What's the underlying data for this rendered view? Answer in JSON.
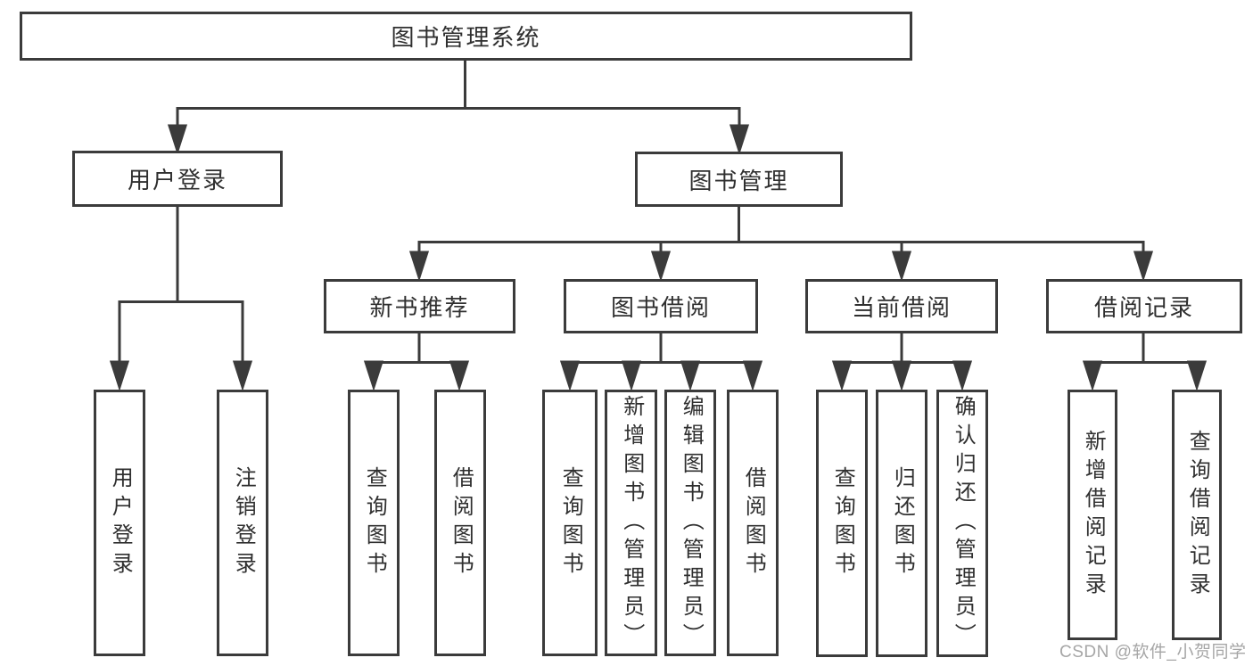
{
  "diagram": {
    "root": {
      "label": "图书管理系统"
    },
    "level2": [
      {
        "label": "用户登录"
      },
      {
        "label": "图书管理"
      }
    ],
    "level3": [
      {
        "label": "新书推荐"
      },
      {
        "label": "图书借阅"
      },
      {
        "label": "当前借阅"
      },
      {
        "label": "借阅记录"
      }
    ],
    "level4": {
      "user_login": [
        "用户登录",
        "注销登录"
      ],
      "new_book_recommend": [
        "查询图书",
        "借阅图书"
      ],
      "book_borrow": [
        "查询图书",
        "新增图书（管理员）",
        "编辑图书（管理员）",
        "借阅图书"
      ],
      "current_borrow": [
        "查询图书",
        "归还图书",
        "确认归还（管理员）"
      ],
      "borrow_record": [
        "新增借阅记录",
        "查询借阅记录"
      ]
    }
  },
  "watermark": "CSDN @软件_小贺同学",
  "colors": {
    "line": "#3b3b3b",
    "text": "#2f2f2f",
    "watermark": "#a6a6a6",
    "background": "#ffffff"
  }
}
